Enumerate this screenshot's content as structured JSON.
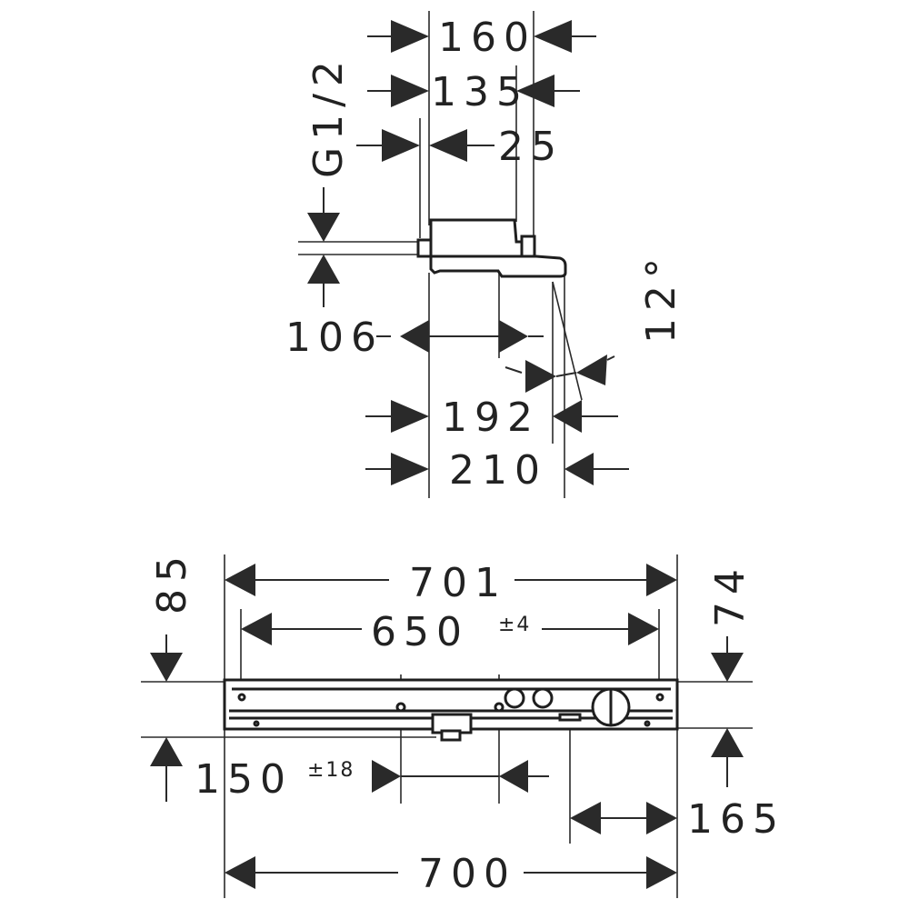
{
  "colors": {
    "line": "#2a2a2a",
    "background": "#ffffff"
  },
  "side_view": {
    "dims": {
      "d160": "160",
      "d135": "135",
      "d25": "25",
      "thread": "G1/2",
      "d106": "106",
      "angle": "12°",
      "d192": "192",
      "d210": "210"
    }
  },
  "front_view": {
    "dims": {
      "d701": "701",
      "d650": "650",
      "d650_tol": "±4",
      "d85": "85",
      "d74": "74",
      "d150": "150",
      "d150_tol": "±18",
      "d165": "165",
      "d700": "700"
    }
  }
}
